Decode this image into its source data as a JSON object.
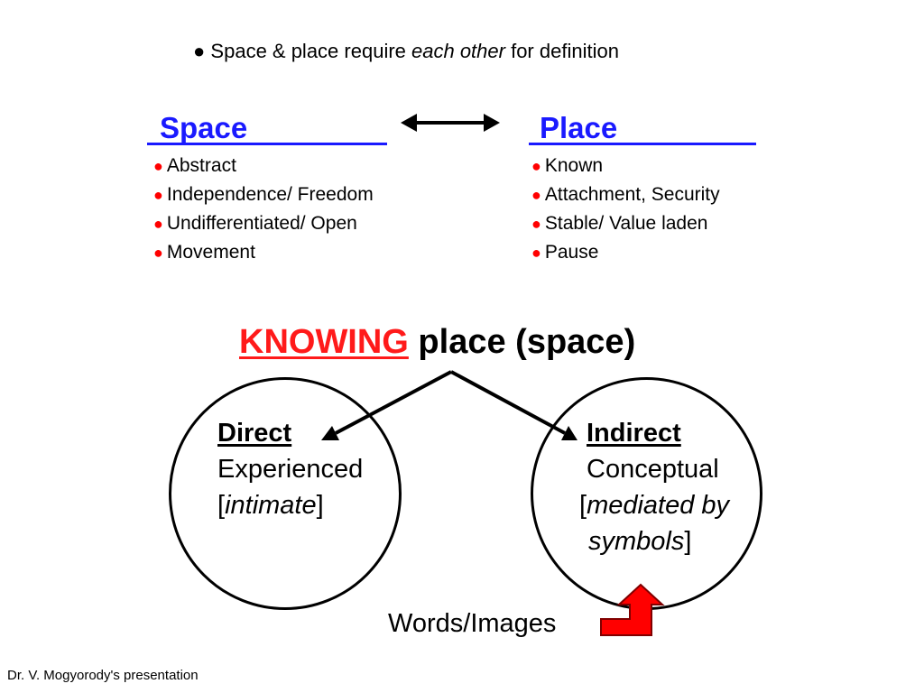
{
  "intro": {
    "bullet": "●",
    "text_before": "Space & place require ",
    "text_emphasis": "each other",
    "text_after": " for definition"
  },
  "space": {
    "title": "Space",
    "items": [
      "Abstract",
      "Independence/ Freedom",
      "Undifferentiated/ Open",
      "Movement"
    ]
  },
  "place": {
    "title": "Place",
    "items": [
      "Known",
      "Attachment, Security",
      "Stable/ Value laden",
      "Pause"
    ]
  },
  "bullet_glyph": "●",
  "knowing": {
    "emphasis": "KNOWING",
    "rest": " place (space)"
  },
  "direct": {
    "title": "Direct",
    "line1": "Experienced",
    "line2_open": "[",
    "line2_emphasis": "intimate",
    "line2_close": "]"
  },
  "indirect": {
    "title": "Indirect",
    "line1": "Conceptual",
    "line2_open": "[",
    "line2_emphasis": "mediated by",
    "line3_emphasis": "symbols",
    "line3_close": "]"
  },
  "words_images": "Words/Images",
  "footer": "Dr. V. Mogyorody's presentation",
  "colors": {
    "heading_blue": "#1a1aff",
    "accent_red": "#ff0000",
    "text_black": "#000000"
  },
  "icons": {
    "double_arrow": "double-headed-arrow-icon",
    "bent_arrow": "red-bent-arrow-icon"
  }
}
